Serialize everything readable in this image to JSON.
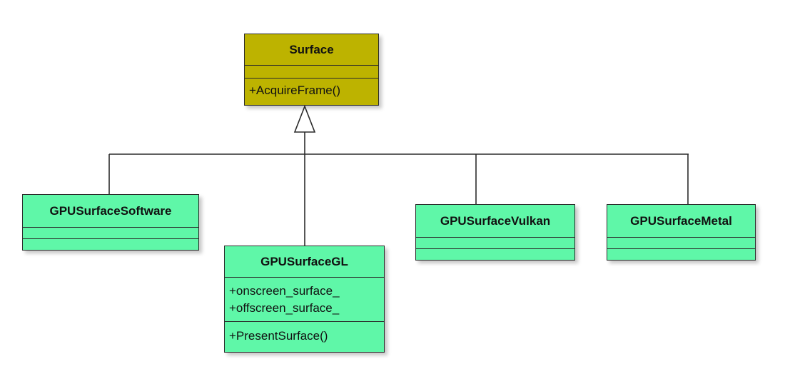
{
  "colors": {
    "base_fill": "#bdb300",
    "derived_fill": "#5ff7a8",
    "line": "#2b2b2b"
  },
  "classes": {
    "surface": {
      "name": "Surface",
      "attributes": [],
      "operations": [
        "+AcquireFrame()"
      ]
    },
    "software": {
      "name": "GPUSurfaceSoftware",
      "attributes": [],
      "operations": []
    },
    "gl": {
      "name": "GPUSurfaceGL",
      "attributes": [
        "+onscreen_surface_",
        "+offscreen_surface_"
      ],
      "operations": [
        "+PresentSurface()"
      ]
    },
    "vulkan": {
      "name": "GPUSurfaceVulkan",
      "attributes": [],
      "operations": []
    },
    "metal": {
      "name": "GPUSurfaceMetal",
      "attributes": [],
      "operations": []
    }
  },
  "relations": [
    {
      "type": "generalization",
      "from": "software",
      "to": "surface"
    },
    {
      "type": "generalization",
      "from": "gl",
      "to": "surface"
    },
    {
      "type": "generalization",
      "from": "vulkan",
      "to": "surface"
    },
    {
      "type": "generalization",
      "from": "metal",
      "to": "surface"
    }
  ]
}
